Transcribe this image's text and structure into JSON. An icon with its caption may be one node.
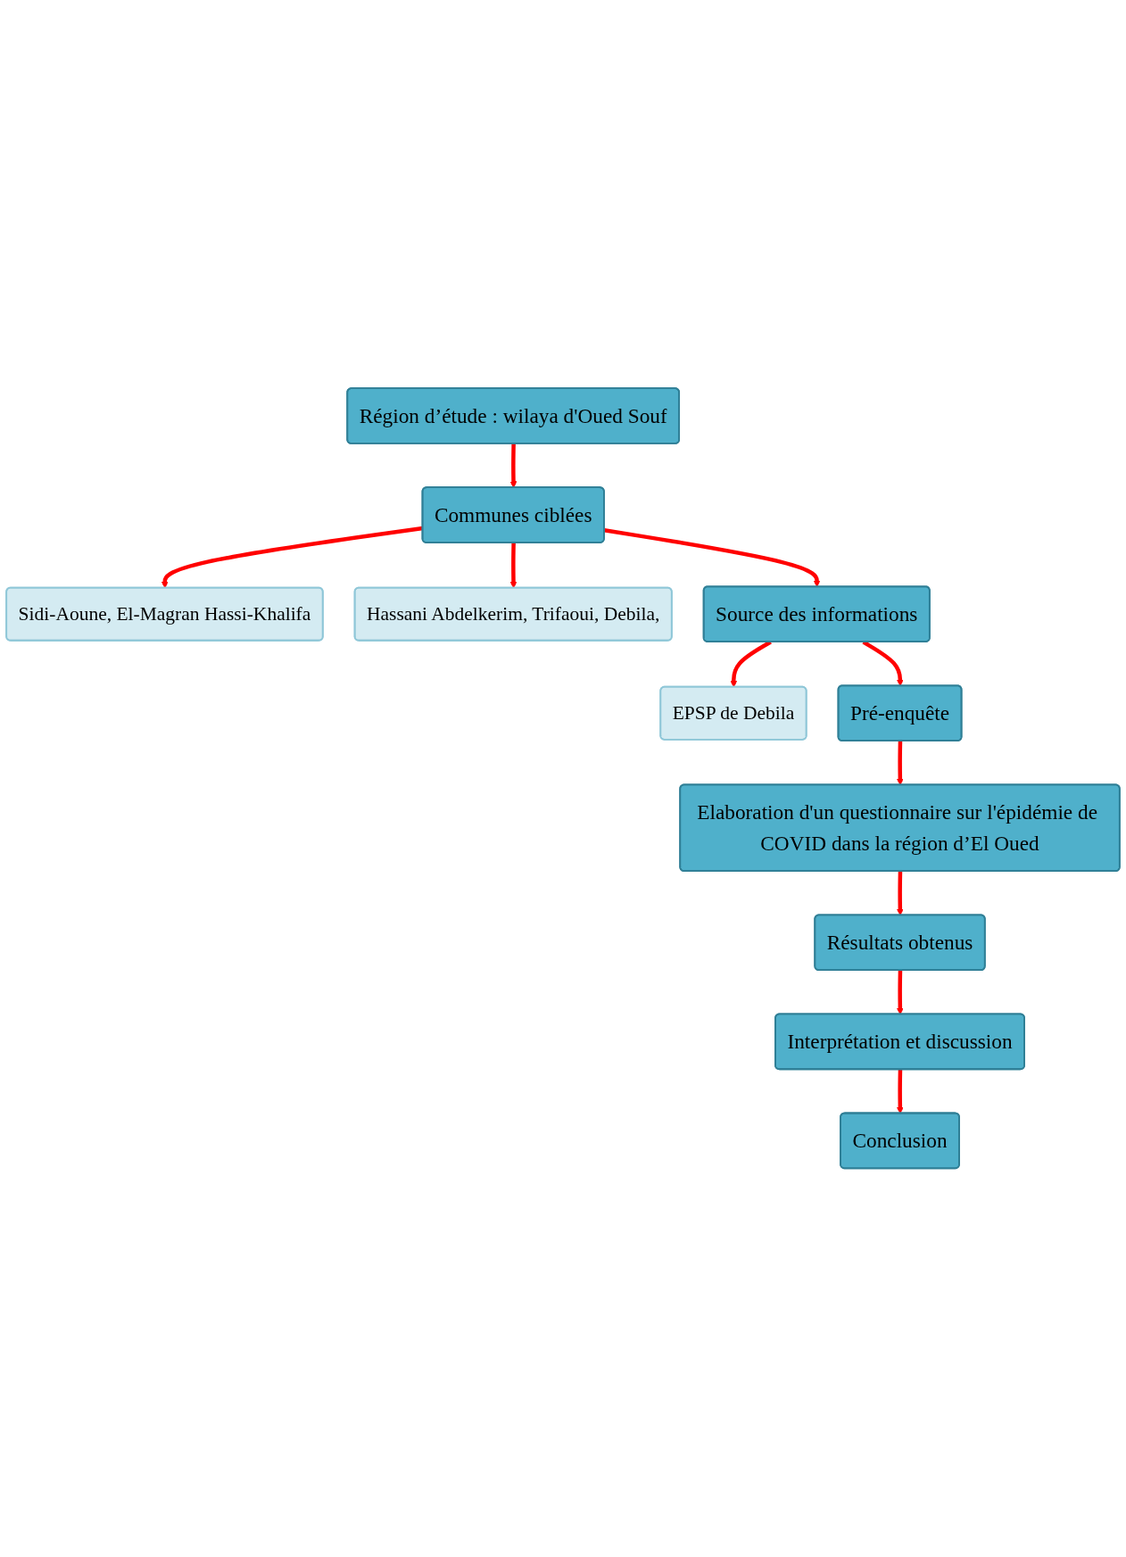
{
  "diagram": {
    "nodes": [
      {
        "text": [
          "Région d’étude : wilaya d'Oued Souf"
        ]
      },
      {
        "text": [
          "Communes ciblées"
        ]
      },
      {
        "text": [
          "Sidi-Aoune, El-Magran Hassi-Khalifa"
        ]
      },
      {
        "text": [
          "Hassani Abdelkerim, Trifaoui, Debila,"
        ]
      },
      {
        "text": [
          "Source des informations"
        ]
      },
      {
        "text": [
          "EPSP de Debila"
        ]
      },
      {
        "text": [
          "Pré-enquête"
        ]
      },
      {
        "text": [
          "Elaboration d'un questionnaire sur l'épidémie de COVID dans la région d’El Oued"
        ]
      },
      {
        "text": [
          "Résultats obtenus"
        ]
      },
      {
        "text": [
          "Interprétation et discussion"
        ]
      },
      {
        "text": [
          "Conclusion"
        ]
      }
    ],
    "edges": [
      {
        "from": 0,
        "to": 1,
        "arrow": "to"
      },
      {
        "from": 1,
        "to": 2,
        "arrow": "to"
      },
      {
        "from": 1,
        "to": 4,
        "arrow": "to"
      },
      {
        "from": 1,
        "to": 3,
        "arrow": "to"
      },
      {
        "from": 4,
        "to": 5,
        "arrow": "to"
      },
      {
        "from": 4,
        "to": 6,
        "arrow": "to"
      },
      {
        "from": 6,
        "to": 7,
        "arrow": "to"
      },
      {
        "from": 7,
        "to": 8,
        "arrow": "to"
      },
      {
        "from": 8,
        "to": 9,
        "arrow": "to"
      },
      {
        "from": 9,
        "to": 10,
        "arrow": "to"
      }
    ]
  }
}
